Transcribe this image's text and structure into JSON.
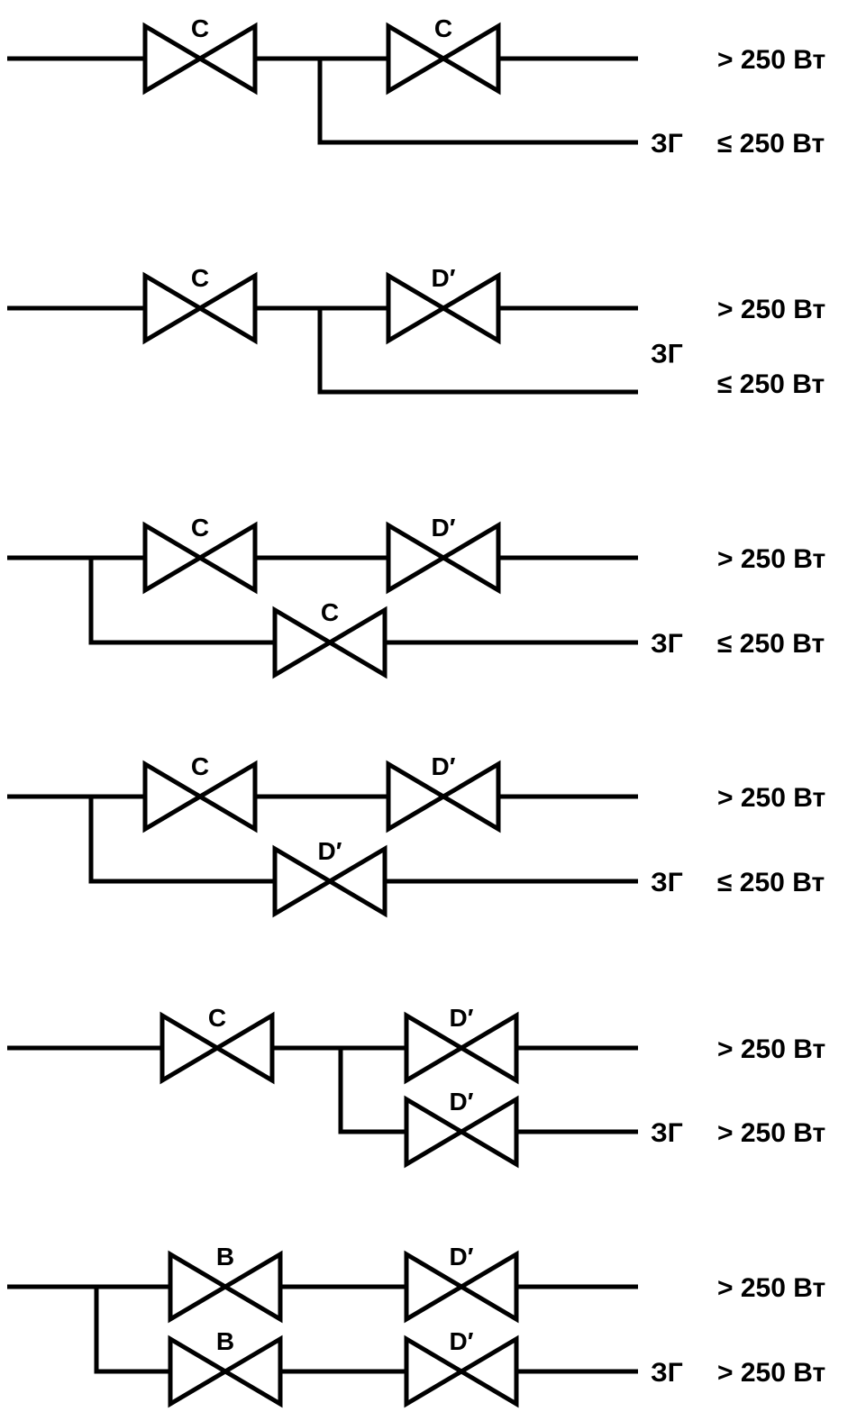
{
  "colors": {
    "line": "#000000",
    "background": "#ffffff"
  },
  "diagrams": [
    {
      "topology": "series-branch-after-first",
      "main_valves": [
        "C",
        "C"
      ],
      "branch_valves": [],
      "main_output": "> 250 Вт",
      "branch_output": "≤ 250 Вт",
      "branch_tag": "ЗГ",
      "tag_position": "branch"
    },
    {
      "topology": "series-branch-after-first",
      "main_valves": [
        "C",
        "D′"
      ],
      "branch_valves": [],
      "main_output": "> 250 Вт",
      "branch_output": "≤ 250 Вт",
      "branch_tag": "ЗГ",
      "tag_position": "between"
    },
    {
      "topology": "branch-at-inlet",
      "main_valves": [
        "C",
        "D′"
      ],
      "branch_valves": [
        "C"
      ],
      "main_output": "> 250 Вт",
      "branch_output": "≤ 250 Вт",
      "branch_tag": "ЗГ",
      "tag_position": "branch"
    },
    {
      "topology": "branch-at-inlet",
      "main_valves": [
        "C",
        "D′"
      ],
      "branch_valves": [
        "D′"
      ],
      "main_output": "> 250 Вт",
      "branch_output": "≤ 250 Вт",
      "branch_tag": "ЗГ",
      "tag_position": "branch"
    },
    {
      "topology": "branch-after-first-with-valve",
      "main_valves": [
        "C",
        "D′"
      ],
      "branch_valves": [
        "D′"
      ],
      "main_output": "> 250 Вт",
      "branch_output": "> 250 Вт",
      "branch_tag": "ЗГ",
      "tag_position": "branch"
    },
    {
      "topology": "parallel-at-inlet",
      "main_valves": [
        "B",
        "D′"
      ],
      "branch_valves": [
        "B",
        "D′"
      ],
      "main_output": "> 250 Вт",
      "branch_output": "> 250 Вт",
      "branch_tag": "ЗГ",
      "tag_position": "branch"
    }
  ]
}
